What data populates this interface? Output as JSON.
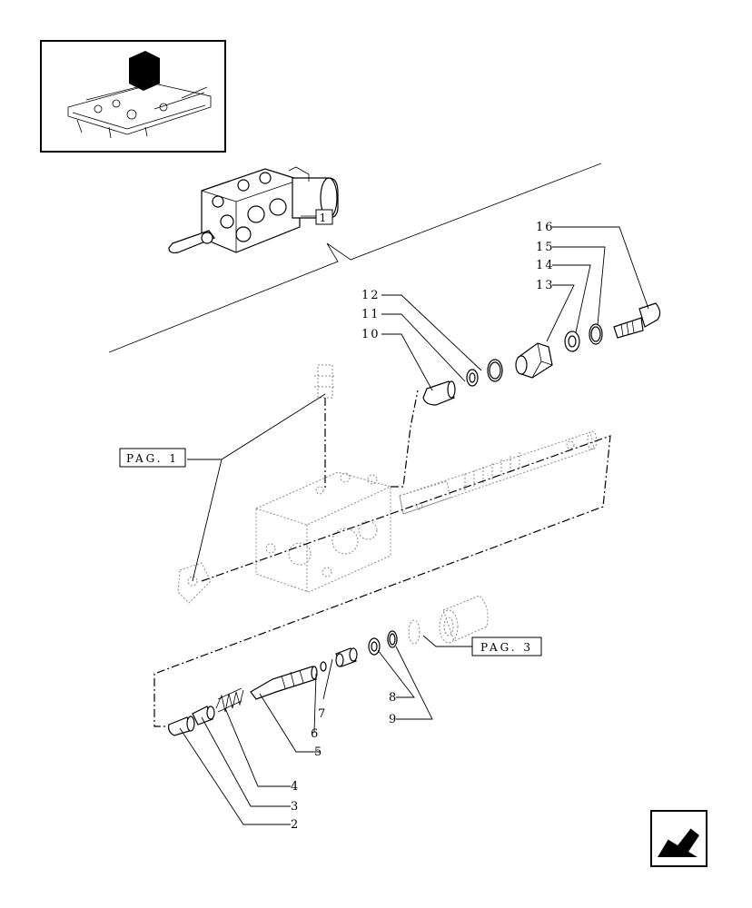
{
  "references": {
    "group_box": "1",
    "pag1": "PAG. 1",
    "pag3": "PAG. 3"
  },
  "callouts": {
    "c2": "2",
    "c3": "3",
    "c4": "4",
    "c5": "5",
    "c6": "6",
    "c7": "7",
    "c8": "8",
    "c9": "9",
    "c10": "10",
    "c11": "11",
    "c12": "12",
    "c13": "13",
    "c14": "14",
    "c15": "15",
    "c16": "16"
  },
  "icons": {
    "thumbnail": "tractor-hydraulic-lift-thumbnail-icon",
    "navigation": "next-page-arrow-icon"
  },
  "colors": {
    "line": "#000000",
    "phantom": "#888888",
    "background": "#ffffff"
  }
}
